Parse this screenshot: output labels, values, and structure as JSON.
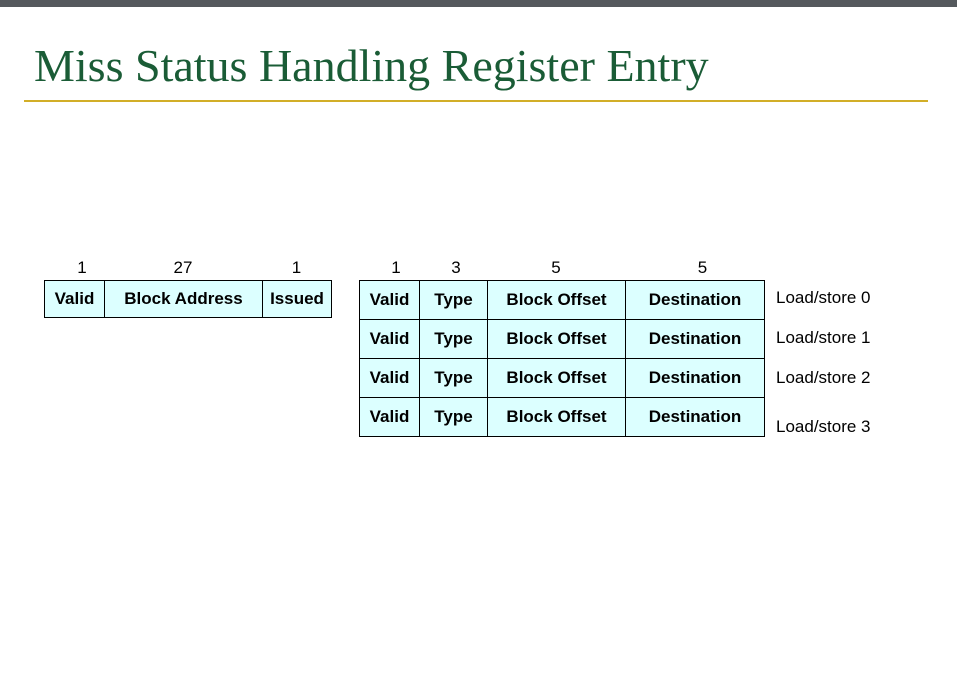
{
  "slide": {
    "title": "Miss Status Handling Register Entry"
  },
  "main_entry": {
    "bit_widths": [
      "1",
      "27",
      "1"
    ],
    "fields": [
      "Valid",
      "Block Address",
      "Issued"
    ]
  },
  "load_store_entries": {
    "bit_widths": [
      "1",
      "3",
      "5",
      "5"
    ],
    "rows": [
      {
        "fields": [
          "Valid",
          "Type",
          "Block Offset",
          "Destination"
        ],
        "label": "Load/store 0"
      },
      {
        "fields": [
          "Valid",
          "Type",
          "Block Offset",
          "Destination"
        ],
        "label": "Load/store 1"
      },
      {
        "fields": [
          "Valid",
          "Type",
          "Block Offset",
          "Destination"
        ],
        "label": "Load/store 2"
      },
      {
        "fields": [
          "Valid",
          "Type",
          "Block Offset",
          "Destination"
        ],
        "label": "Load/store 3"
      }
    ]
  },
  "colors": {
    "title": "#1a5c36",
    "rule": "#d2ae28",
    "top_bar": "#55595d",
    "field_fill": "#dcffff"
  }
}
